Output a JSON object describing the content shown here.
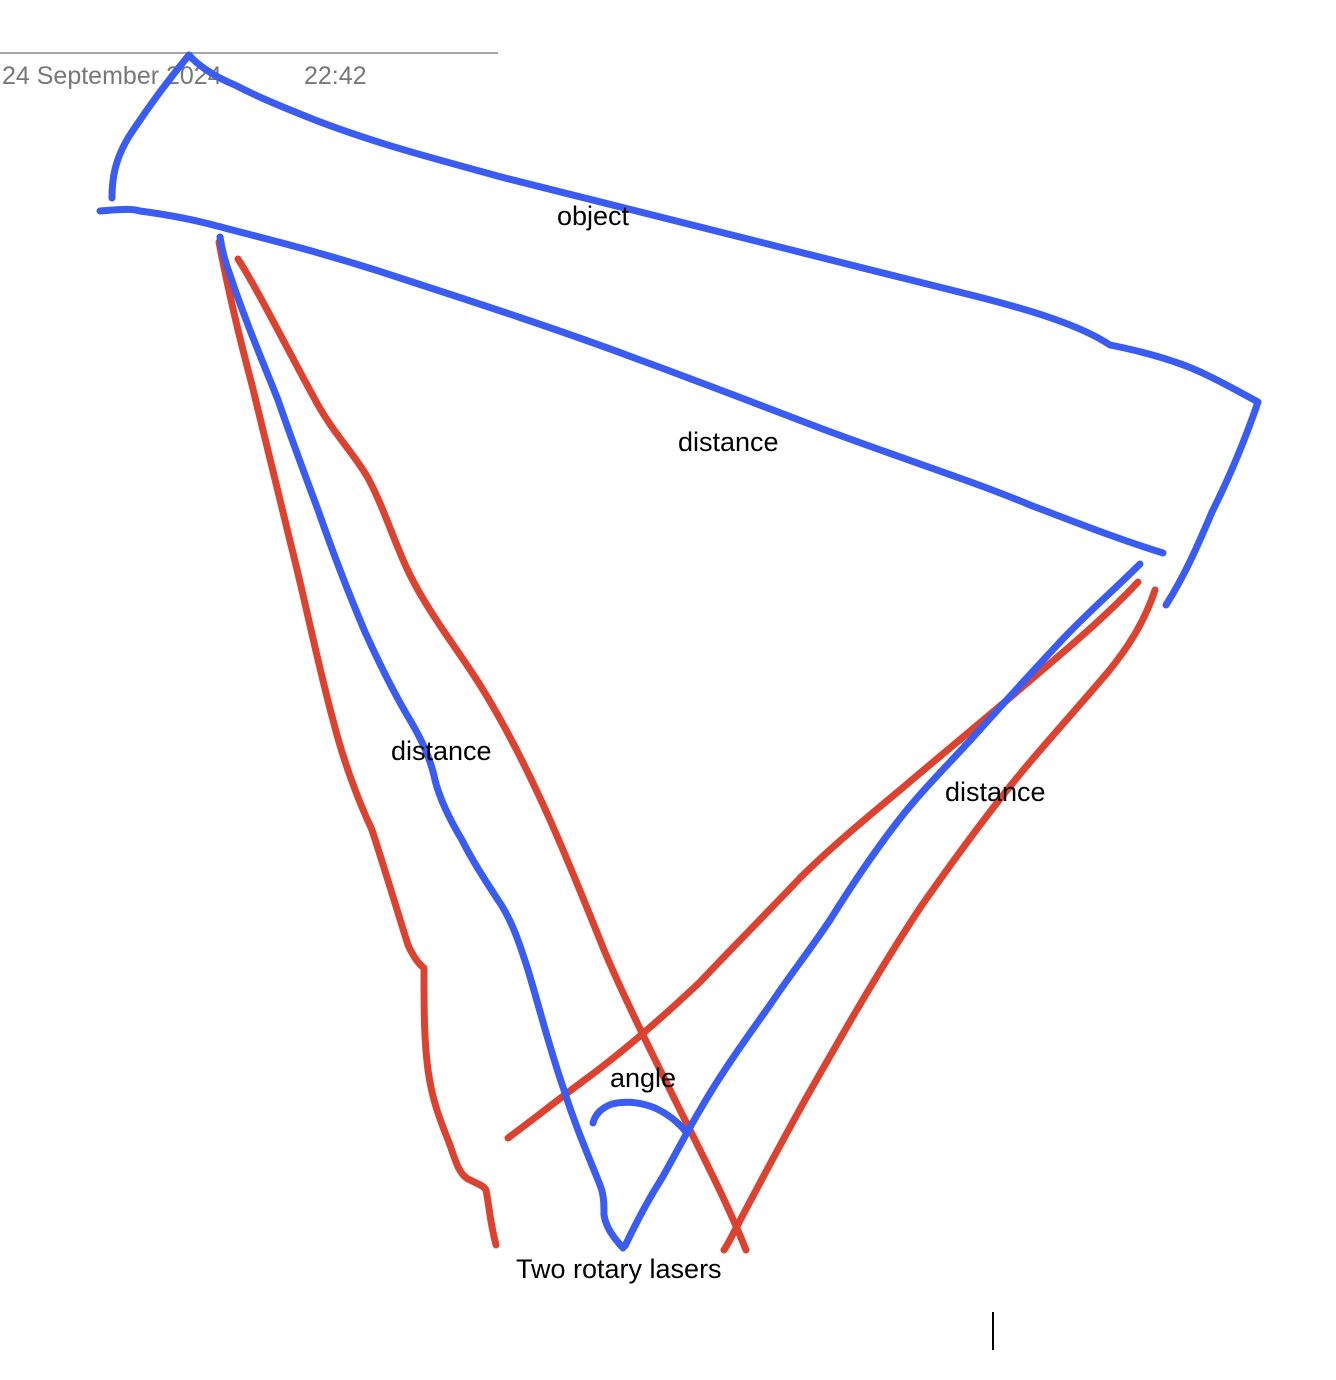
{
  "note_header": {
    "date": "24 September 2024",
    "time": "22:42"
  },
  "labels": {
    "object": "object",
    "distance_top": "distance",
    "distance_left": "distance",
    "distance_right": "distance",
    "angle": "angle",
    "lasers": "Two rotary lasers"
  },
  "colors": {
    "blue_ink": "#3a5cf2",
    "red_ink": "#db4330",
    "header_text": "#777777",
    "rule": "#a6a6a6"
  }
}
